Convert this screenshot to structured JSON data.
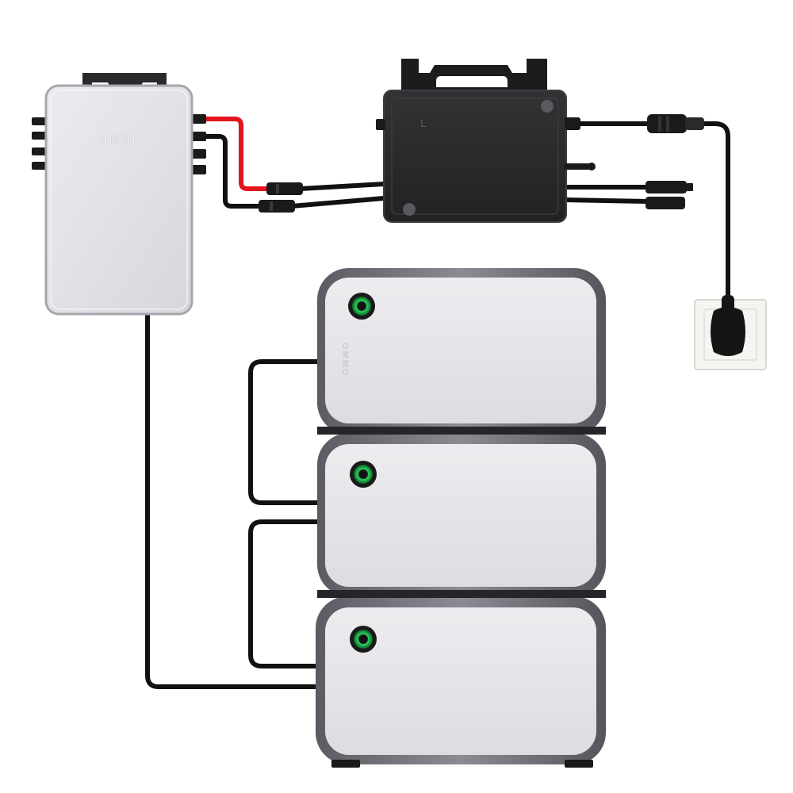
{
  "scene": {
    "controller": {
      "brand": "OMMO",
      "body_color": "#e2e2e6",
      "edge_color": "#a6a6ad"
    },
    "inverter": {
      "body_color": "#2a2a2c",
      "mark": "L"
    },
    "batteries": {
      "count": 3,
      "body_color": "#e6e6ea",
      "frame_color": "#6b6b73",
      "indicator_color": "#1fa84a",
      "side_text": "OMMO"
    },
    "cables": {
      "positive_color": "#e3141b",
      "negative_color": "#111111"
    },
    "wall_socket": {
      "plate_color": "#f4f4f1"
    }
  }
}
